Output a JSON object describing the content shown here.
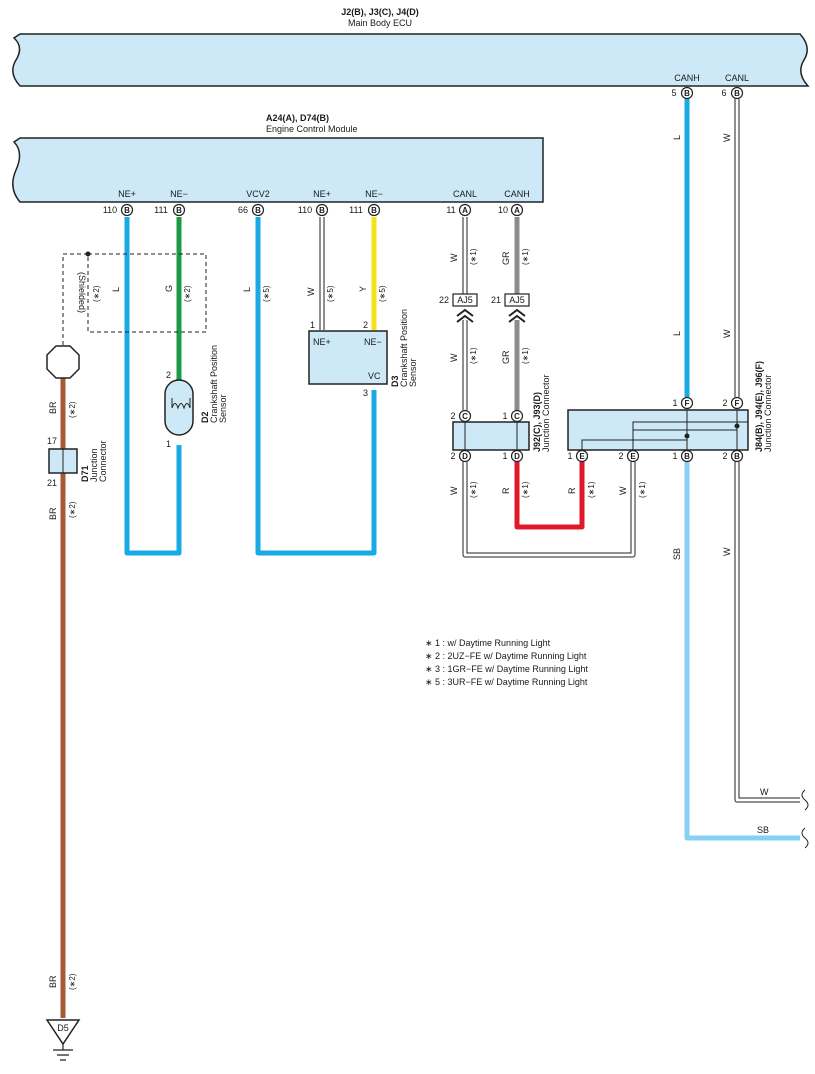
{
  "main_body_ecu": {
    "code": "J2(B), J3(C), J4(D)",
    "name": "Main Body ECU",
    "canh": "CANH",
    "canl": "CANL",
    "pin_canh_num": "5",
    "pin_canl_num": "6",
    "pin_letter": "B"
  },
  "ecm": {
    "code": "A24(A), D74(B)",
    "name": "Engine Control Module",
    "terms": [
      "NE+",
      "NE−",
      "VCV2",
      "NE+",
      "NE−",
      "CANL",
      "CANH"
    ],
    "pins": [
      "110",
      "111",
      "66",
      "110",
      "111",
      "11",
      "10"
    ],
    "letters": [
      "B",
      "B",
      "B",
      "B",
      "B",
      "A",
      "A"
    ]
  },
  "wires": {
    "L": "L",
    "G": "G",
    "W": "W",
    "Y": "Y",
    "GR": "GR",
    "R": "R",
    "BR": "BR",
    "SB": "SB"
  },
  "notes_tags": {
    "n1": "(∗1)",
    "n2": "(∗2)",
    "n5": "(∗5)"
  },
  "shielded": "(Shielded)",
  "aj5": {
    "label": "AJ5",
    "pin_left": "22",
    "pin_right": "21"
  },
  "d2": {
    "code": "D2",
    "name": "Crankshaft Position",
    "name2": "Sensor",
    "pin_top": "2",
    "pin_bottom": "1"
  },
  "d3": {
    "code": "D3",
    "name": "Crankshaft Position",
    "name2": "Sensor",
    "term_ne_plus": "NE+",
    "term_ne_minus": "NE−",
    "term_vc": "VC",
    "pin1": "1",
    "pin2": "2",
    "pin3": "3"
  },
  "d71": {
    "code": "D71",
    "name": "Junction",
    "name2": "Connector",
    "pin_top": "17",
    "pin_bottom": "21"
  },
  "j92": {
    "code": "J92(C), J93(D)",
    "name": "Junction Connector",
    "pin_top_num": "2",
    "pin_top2_num": "1",
    "letter_c": "C",
    "letter_d": "D",
    "pin_bot1": "2",
    "pin_bot2": "1"
  },
  "j84": {
    "code": "J84(B), J94(E), J96(F)",
    "name": "Junction Connector",
    "pin_top1": "1",
    "pin_top2": "2",
    "letter_f": "F",
    "letter_e": "E",
    "letter_b": "B",
    "pin_bot1": "1",
    "pin_bot2": "2",
    "pin_bot3": "1",
    "pin_bot4": "2"
  },
  "ground": {
    "label": "D5"
  },
  "legend": [
    "∗ 1 : w/ Daytime Running Light",
    "∗ 2 : 2UZ−FE w/ Daytime Running Light",
    "∗ 3 : 1GR−FE w/ Daytime Running Light",
    "∗ 5 : 3UR−FE w/ Daytime Running Light"
  ],
  "colors": {
    "blue": "#19aae6",
    "green": "#1c9a48",
    "yellow": "#f5e11c",
    "gray": "#8c8c8c",
    "red": "#e0182a",
    "brown": "#a75a38",
    "lightblue": "#86d0f1",
    "box": "#cde9f8"
  }
}
